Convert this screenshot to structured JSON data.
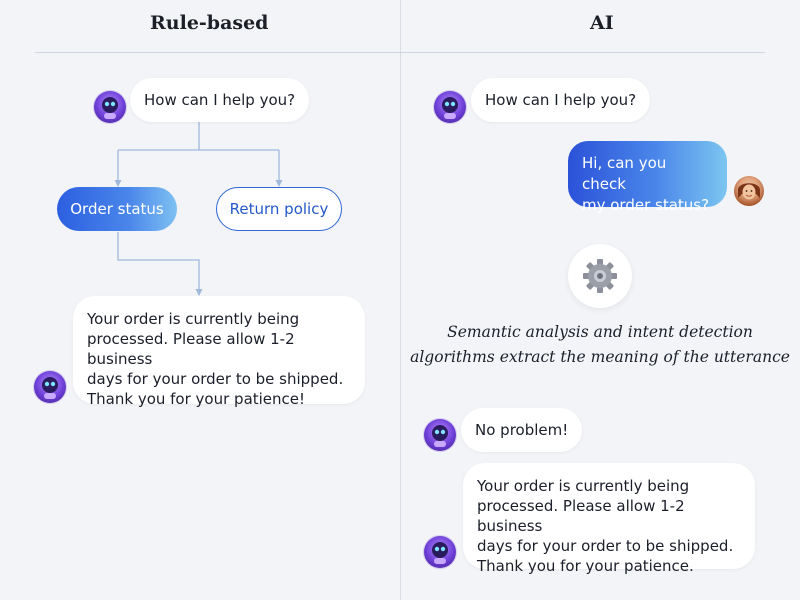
{
  "headers": {
    "left": "Rule-based",
    "right": "AI"
  },
  "left": {
    "bot_greeting": "How can I help you?",
    "options": [
      {
        "label": "Order status",
        "selected": true
      },
      {
        "label": "Return policy",
        "selected": false
      }
    ],
    "bot_reply": "Your order is currently being\nprocessed. Please allow 1-2 business\ndays for your order to be shipped.\nThank you for your patience!"
  },
  "right": {
    "bot_greeting": "How can I help you?",
    "user_message": "Hi, can you check\nmy order status?",
    "caption_line1": "Semantic analysis and intent detection",
    "caption_line2": "algorithms extract the meaning of the utterance",
    "bot_ack": "No problem!",
    "bot_reply": "Your order is currently being\nprocessed. Please allow 1-2 business\ndays for your order to be shipped.\nThank you for your patience."
  },
  "colors": {
    "accent_blue": "#2f66d6",
    "gradient_start": "#2c5fe0",
    "gradient_end": "#7fc1f2",
    "connector": "#9fb8dc",
    "background": "#f3f4f7"
  },
  "icons": {
    "bot_avatar": "robot-avatar-icon",
    "user_avatar": "user-avatar-icon",
    "processing": "gear-icon"
  }
}
